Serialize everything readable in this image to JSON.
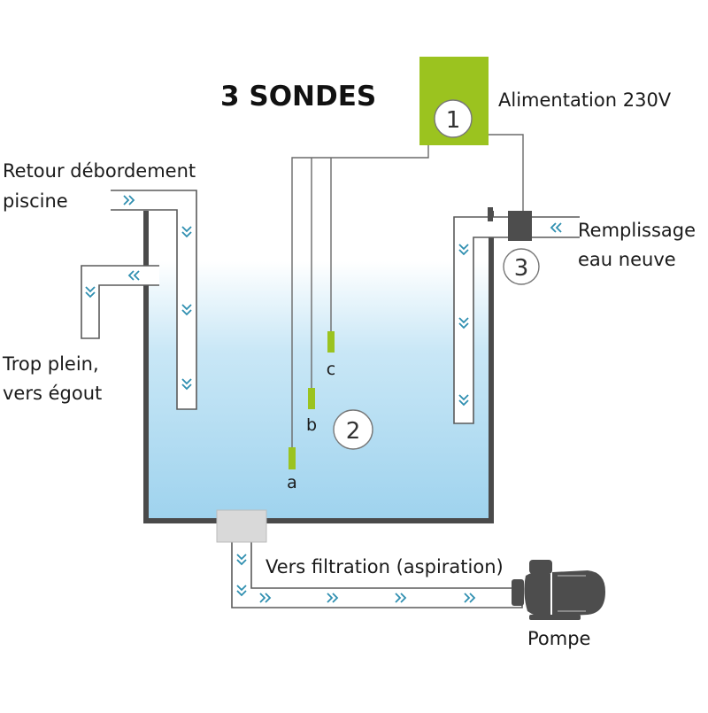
{
  "title": "3 SONDES",
  "labels": {
    "power": "Alimentation 230V",
    "overflow_return": [
      "Retour débordement",
      "piscine"
    ],
    "trop_plein": [
      "Trop plein,",
      "vers égout"
    ],
    "refill": [
      "Remplissage",
      "eau neuve"
    ],
    "filtration": "Vers filtration (aspiration)",
    "pump": "Pompe"
  },
  "markers": [
    "1",
    "2",
    "3"
  ],
  "probes": [
    {
      "label": "a"
    },
    {
      "label": "b"
    },
    {
      "label": "c"
    }
  ],
  "colors": {
    "controller": "#9bc31f",
    "probe": "#9bc31f",
    "water_top": "#ffffff",
    "water_bottom": "#9fd3ee",
    "tank_wall": "#4a4a4a",
    "pipe_stroke": "#5a5a5a",
    "arrow": "#2f8fb0",
    "skimmer": "#d9d9d9",
    "pump": "#4d4d4d"
  },
  "icons": {
    "flow_arrow": "double-chevron-icon",
    "pump": "pump-icon",
    "valve": "solenoid-valve-icon"
  }
}
